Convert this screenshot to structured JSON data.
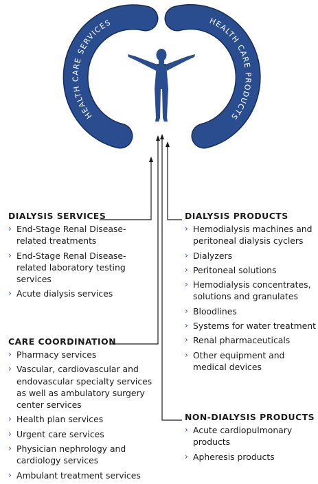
{
  "colors": {
    "arc": "#2a4d8f",
    "arc_outline": "#142c5c",
    "figure": "#2a4d8f",
    "text": "#1a1a1a",
    "line": "#1a1a1a"
  },
  "arc_left_label": "HEALTH CARE SERVICES",
  "arc_right_label": "HEALTH CARE PRODUCTS",
  "icons": {
    "center": "human-figure-icon",
    "arrows": "arrow-up-icon"
  },
  "sections": {
    "dialysis_services": {
      "title": "DIALYSIS SERVICES",
      "items": [
        "End-Stage Renal Disease-related treatments",
        "End-Stage Renal Disease-related laboratory testing services",
        "Acute dialysis services"
      ]
    },
    "care_coordination": {
      "title": "CARE COORDINATION",
      "items": [
        "Pharmacy services",
        "Vascular, cardiovascular and endovascular specialty services as well as ambulatory surgery center services",
        "Health plan services",
        "Urgent care services",
        "Physician nephrology and cardiology services",
        "Ambulant treatment services"
      ]
    },
    "dialysis_products": {
      "title": "DIALYSIS PRODUCTS",
      "items": [
        "Hemodialysis machines and peritoneal dialysis cyclers",
        "Dialyzers",
        "Peritoneal solutions",
        "Hemodialysis concentrates, solutions and granulates",
        "Bloodlines",
        "Systems for water treatment",
        "Renal pharmaceuticals",
        "Other equipment and medical devices"
      ]
    },
    "non_dialysis_products": {
      "title": "NON-DIALYSIS PRODUCTS",
      "items": [
        "Acute cardiopulmonary products",
        "Apheresis products"
      ]
    }
  },
  "bullet_glyph": "›"
}
